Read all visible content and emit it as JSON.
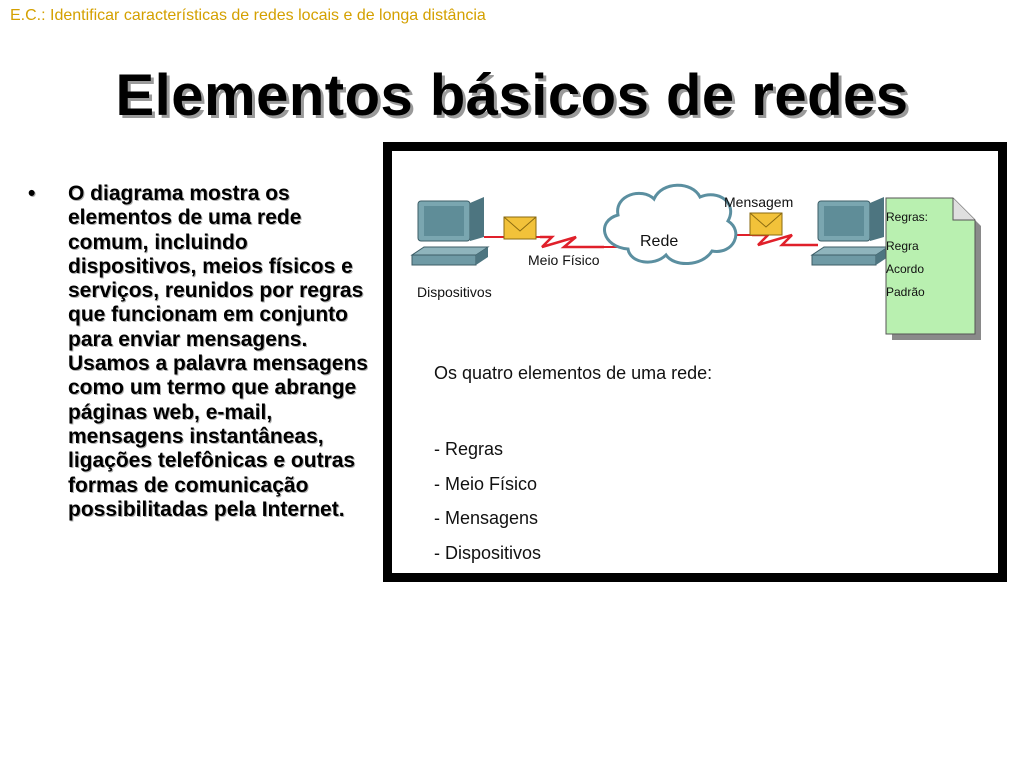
{
  "header_note": "E.C.: Identificar características de redes locais e de longa distância",
  "title": "Elementos básicos de redes",
  "bullet": {
    "marker": "•",
    "text": "O diagrama mostra os elementos de uma rede comum, incluindo dispositivos, meios físicos e serviços, reunidos por regras que funcionam em conjunto para enviar mensagens. Usamos a palavra mensagens como um termo que abrange páginas web, e-mail, mensagens instantâneas, ligações telefônicas e outras formas de comunicação possibilitadas pela Internet."
  },
  "diagram": {
    "devices_label": "Dispositivos",
    "medium_label": "Meio Físico",
    "network_label": "Rede",
    "message_label": "Mensagem",
    "rules_card": {
      "title": "Regras:",
      "items": [
        "Regra",
        "Acordo",
        "Padrão"
      ]
    },
    "caption": "Os quatro elementos de uma rede:",
    "elements": [
      "- Regras",
      "- Meio Físico",
      "- Mensagens",
      "- Dispositivos"
    ],
    "colors": {
      "monitor": "#6f9aa5",
      "cable_red": "#e0202a",
      "envelope": "#f2c23a",
      "cloud_stroke": "#5b8fa0",
      "card_fill": "#b9f0b0"
    }
  }
}
